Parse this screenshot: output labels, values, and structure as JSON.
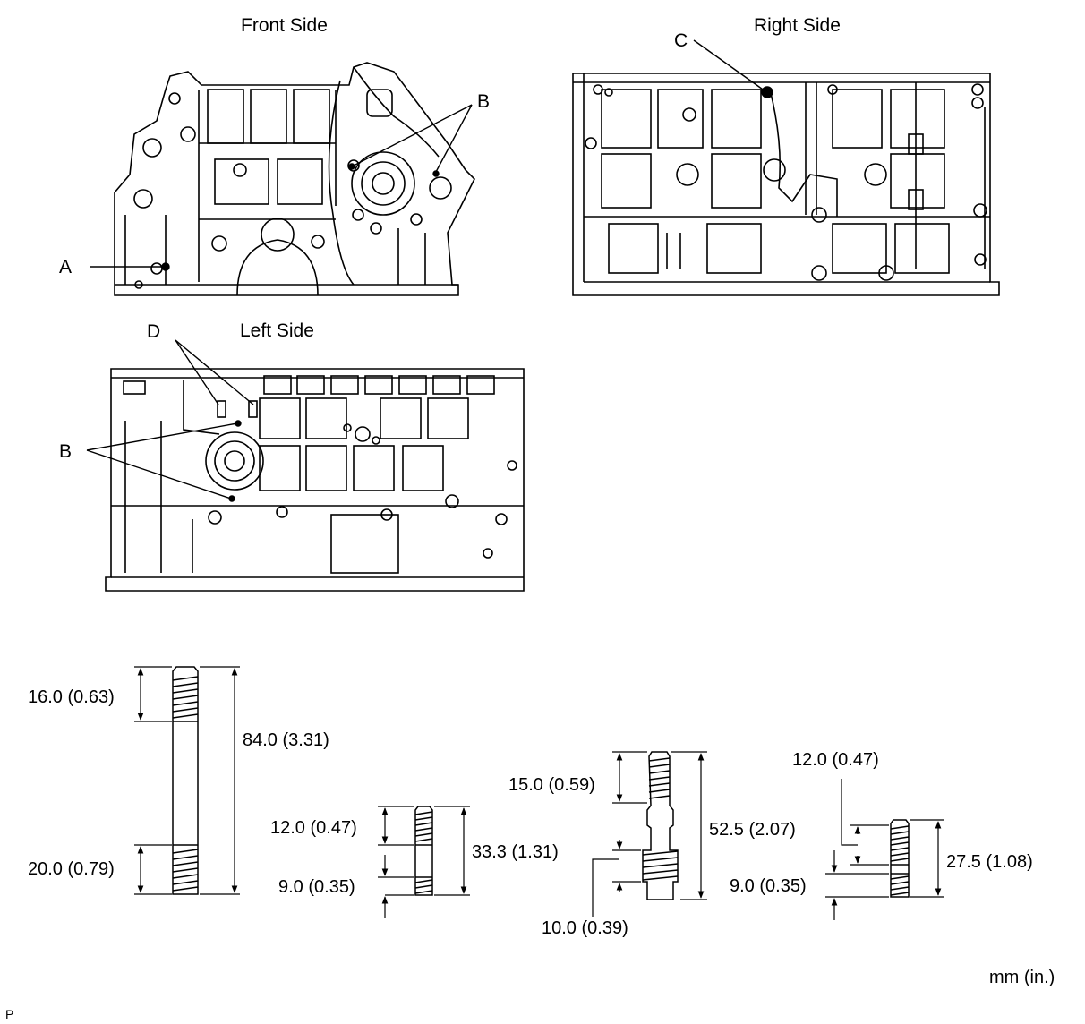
{
  "views": {
    "front": {
      "title": "Front Side"
    },
    "right": {
      "title": "Right Side"
    },
    "left": {
      "title": "Left Side"
    }
  },
  "callouts": {
    "a": "A",
    "b_front": "B",
    "c": "C",
    "d": "D",
    "b_left": "B"
  },
  "studs": [
    {
      "overall": "84.0 (3.31)",
      "top_thread": "16.0 (0.63)",
      "bottom_thread": "20.0 (0.79)"
    },
    {
      "overall": "33.3 (1.31)",
      "top_thread": "12.0 (0.47)",
      "bottom_thread": "9.0 (0.35)"
    },
    {
      "overall": "52.5 (2.07)",
      "top_thread": "15.0 (0.59)",
      "bottom_thread": "10.0 (0.39)"
    },
    {
      "overall": "27.5 (1.08)",
      "top_thread": "12.0 (0.47)",
      "bottom_thread": "9.0 (0.35)"
    }
  ],
  "unit": "mm (in.)",
  "corner_mark": "P"
}
